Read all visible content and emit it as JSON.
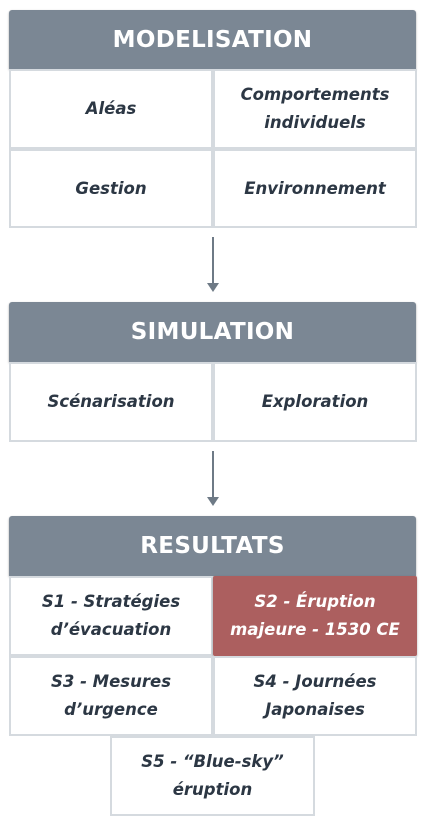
{
  "modelisation": {
    "title": "MODELISATION",
    "items": [
      "Aléas",
      "Comportements individuels",
      "Gestion",
      "Environnement"
    ]
  },
  "simulation": {
    "title": "SIMULATION",
    "items": [
      "Scénarisation",
      "Exploration"
    ]
  },
  "resultats": {
    "title": "RESULTATS",
    "items": [
      "S1 - Stratégies d’évacuation",
      "S2 - Éruption majeure - 1530 CE",
      "S3 - Mesures d’urgence",
      "S4 - Journées Japonaises",
      "S5 - “Blue-sky” éruption"
    ],
    "highlight_color": "#ac5f5f"
  },
  "colors": {
    "header": "#7b8794",
    "arrow": "#6e7a86",
    "cell_border": "#d5dadf",
    "text": "#2c3744"
  }
}
